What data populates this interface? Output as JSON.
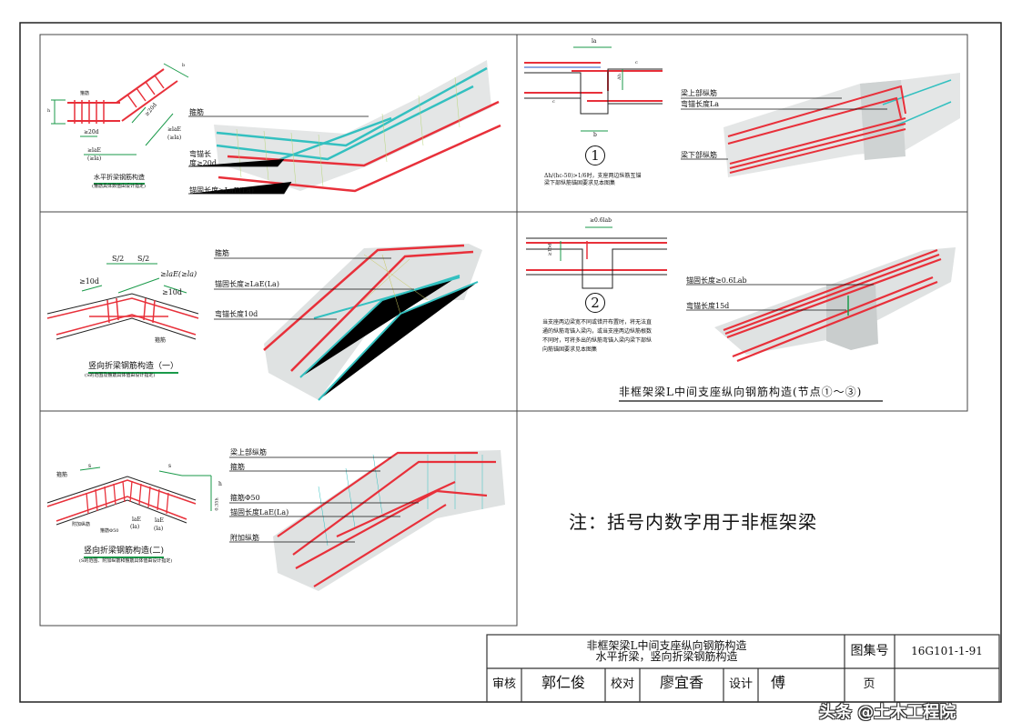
{
  "colors": {
    "rebar_red": "#e8303a",
    "rebar_cyan": "#33c0c0",
    "dim_green": "#1a9a4a",
    "concrete": "#d9dcdc"
  },
  "panel1": {
    "caption": "水平折梁钢筋构造",
    "caption_note": "(箍筋具体数值由设计指定)",
    "small_labels": {
      "stirrup": "箍筋",
      "h": "h",
      "b": "b",
      "d20a": "≥20d",
      "d20b": "≥20d",
      "lae1": "≥laE",
      "la1": "(≥la)",
      "lae2": "≥laE",
      "la2": "(≥la)"
    },
    "labels": {
      "stirrup": "箍筋",
      "bend1": "弯锚长",
      "bend2": "度≥20d",
      "anchor": "锚固长度≥LaE(La)"
    }
  },
  "panel2": {
    "node": "1",
    "dims": {
      "la": "la",
      "b": "b",
      "dh": "Δh",
      "c1": "c",
      "c2": "c"
    },
    "note_lines": [
      "Δh/(hc-50)>1/6时，支座两边纵筋互锚",
      "梁下部纵筋锚固要求见本图集"
    ],
    "labels": {
      "top": "梁上部纵筋",
      "bend": "弯锚长度La",
      "bottom": "梁下部纵筋"
    }
  },
  "panel3": {
    "caption": "竖向折梁钢筋构造（一）",
    "caption_note": "(S的范围及箍筋具体值由设计指定)",
    "small_labels": {
      "s1": "S/2",
      "s2": "S/2",
      "d10a": "≥10d",
      "lae": "≥laE(≥la)",
      "d10b": "≥10d",
      "stirrup": "箍筋"
    },
    "labels": {
      "stirrup": "箍筋",
      "anchor": "锚固长度≥LaE(La)",
      "bend": "弯锚长度10d"
    }
  },
  "panel4": {
    "node": "2",
    "dims": {
      "lab": "≥0.6lab",
      "h": "≥15d"
    },
    "note_lines": [
      "当支座两边梁宽不同或错开布置时，将无法直",
      "通的纵筋弯锚入梁内，或当支座两边纵筋根数",
      "不同时，可将多出的纵筋弯锚入梁内梁下部纵",
      "向筋锚固要求见本图集"
    ],
    "labels": {
      "anchor": "锚固长度≥0.6Lab",
      "bend": "弯锚长度15d"
    },
    "section_title": "非框架梁L中间支座纵向钢筋构造(节点①～③)"
  },
  "panel5": {
    "caption": "竖向折梁钢筋构造(二)",
    "caption_note": "(S的范围、附加纵筋和箍筋具体值由设计指定)",
    "small_labels": {
      "stirrup": "箍筋",
      "s1": "s",
      "s2": "s",
      "h": "h",
      "h35": "0.35h",
      "extra": "附加纵筋",
      "stirrup50": "箍筋Φ50",
      "lae1": "laE",
      "la1": "(la)",
      "lae2": "laE",
      "la2": "(la)"
    },
    "labels": {
      "top": "梁上部纵筋",
      "stirrup": "箍筋",
      "stirrup50": "箍筋Φ50",
      "anchor": "锚固长度LaE(La)",
      "extra": "附加纵筋"
    }
  },
  "note": "注：括号内数字用于非框架梁",
  "title_block": {
    "title_line1": "非框架梁L中间支座纵向钢筋构造",
    "title_line2": "水平折梁，竖向折梁钢筋构造",
    "atlas_label": "图集号",
    "atlas_no": "16G101-1-91",
    "review_label": "审核",
    "review_name": "郭仁俊",
    "check_label": "校对",
    "check_name": "廖宜香",
    "design_label": "设计",
    "design_name": "傅",
    "page_label": "页"
  },
  "watermark": "头条 @土木工程院"
}
